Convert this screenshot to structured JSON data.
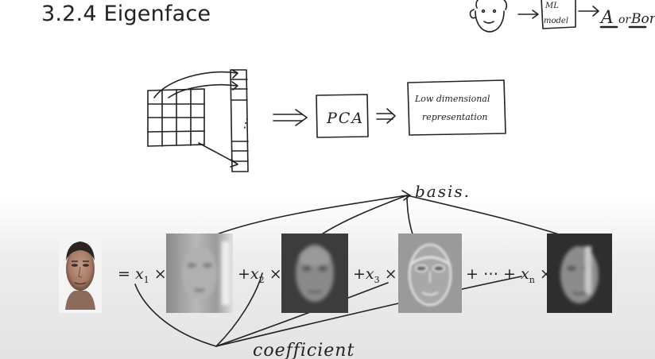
{
  "slide": {
    "title": "3.2.4 Eigenface"
  },
  "corner_sketch": {
    "model_label_top": "ML",
    "model_label_bottom": "model",
    "result_a": "A",
    "result_or": "or",
    "result_b": "Bor"
  },
  "pipeline": {
    "vector_dots": "⋮",
    "pca_label": "PCA",
    "output_line1": "Low dimensional",
    "output_line2": "representation"
  },
  "equation": {
    "equals": "=",
    "x1": "x",
    "x1_sub": "1",
    "x2": "x",
    "x2_sub": "2",
    "x3": "x",
    "x3_sub": "3",
    "xn": "x",
    "xn_sub": "n",
    "times": "×",
    "plus": "+",
    "ellipsis": "⋯",
    "plus_ellipsis": "+ ⋯ +"
  },
  "annotations": {
    "basis": "basis.",
    "coefficient": "coefficient"
  },
  "colors": {
    "ink": "#222222",
    "background_bottom": "#e4e4e4"
  }
}
